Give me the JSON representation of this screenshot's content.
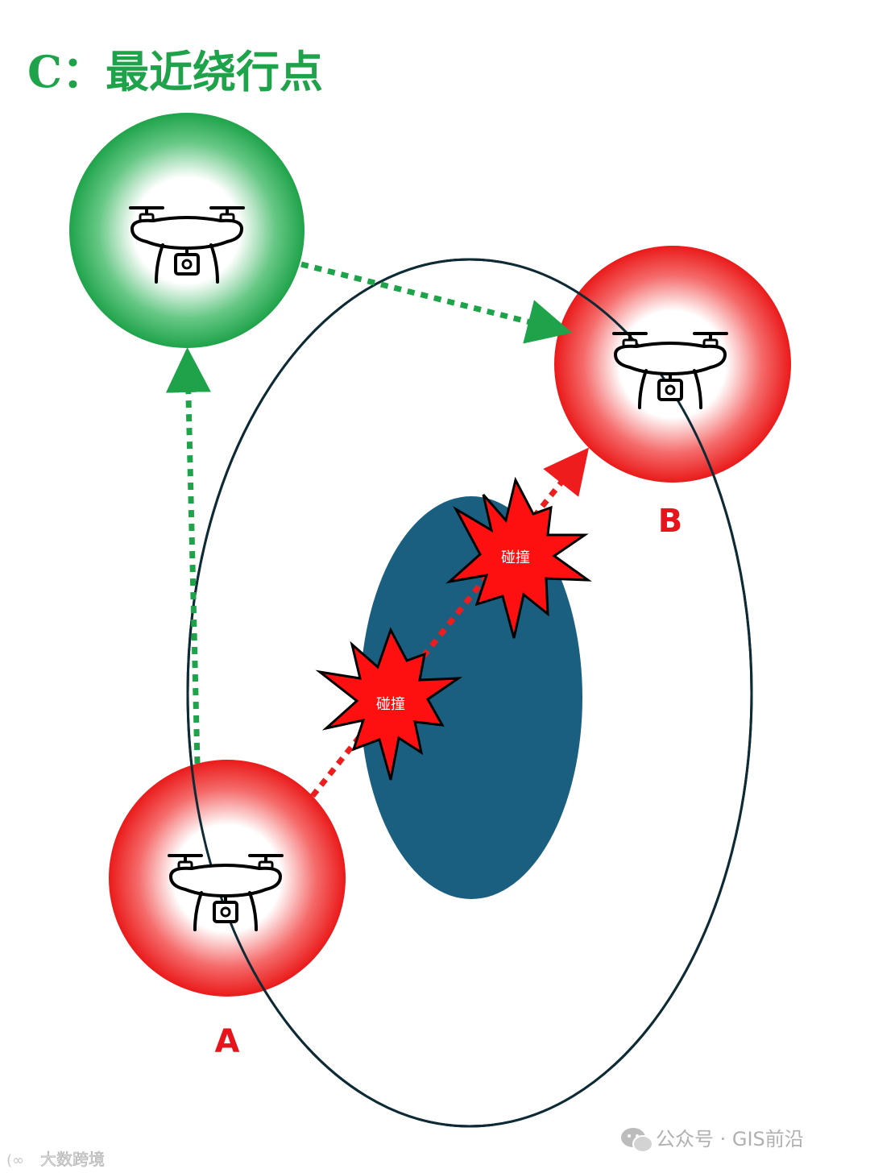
{
  "title": "C：最近绕行点",
  "nodes": {
    "start_label": "A",
    "goal_label": "B"
  },
  "collisions": [
    {
      "label": "碰撞"
    },
    {
      "label": "碰撞"
    }
  ],
  "watermark": {
    "left": "大数跨境",
    "right": "公众号 · GIS前沿"
  },
  "icons": {
    "drone": "drone-icon",
    "collision": "explosion-icon",
    "wechat": "wechat-icon"
  },
  "colors": {
    "title": "#1fa34a",
    "safe_waypoint": "#1fa34a",
    "blocked_node": "#ee1c1c",
    "label_red": "#e8141c",
    "obstacle": "#1a5f80",
    "boundary": "#0d2a35",
    "collision_fill": "#ff1010"
  }
}
